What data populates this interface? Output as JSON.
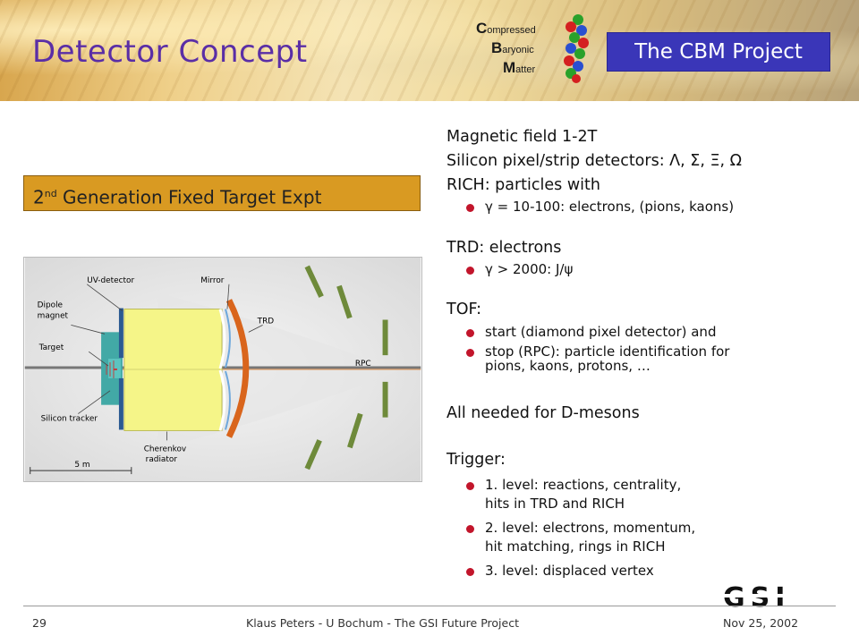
{
  "header": {
    "title": "Detector Concept",
    "cbm_logo": {
      "c_letter": "C",
      "c_rest": "ompressed",
      "b_letter": "B",
      "b_rest": "aryonic",
      "m_letter": "M",
      "m_rest": "atter"
    },
    "project_label": "The CBM Project"
  },
  "subtitle_box": {
    "prefix": "2",
    "sup": "nd",
    "rest": " Generation Fixed Target Expt"
  },
  "diagram": {
    "labels": {
      "uv_detector": "UV-detector",
      "mirror": "Mirror",
      "dipole_magnet_1": "Dipole",
      "dipole_magnet_2": "magnet",
      "target": "Target",
      "trd": "TRD",
      "rpc": "RPC",
      "silicon_tracker": "Silicon tracker",
      "cherenkov_1": "Cherenkov",
      "cherenkov_2": "radiator",
      "scale": "5 m"
    }
  },
  "content": {
    "magnetic_field": "Magnetic field 1-2T",
    "silicon": "Silicon pixel/strip detectors: Λ, Σ, Ξ, Ω",
    "rich": "RICH: particles with",
    "rich_bullet": "γ = 10-100: electrons, (pions, kaons)",
    "trd": "TRD: electrons",
    "trd_bullet": "γ > 2000:  J/ψ",
    "tof": "TOF:",
    "tof_bullet1": "start (diamond pixel detector) and",
    "tof_bullet2_line1": "stop (RPC): particle identification for",
    "tof_bullet2_line2": "pions, kaons, protons, …",
    "all_needed": "All needed for D-mesons",
    "trigger": "Trigger:",
    "trigger_b1_line1": "1. level: reactions, centrality,",
    "trigger_b1_line2": "hits in TRD and RICH",
    "trigger_b2_line1": "2. level: electrons,  momentum,",
    "trigger_b2_line2": "hit matching, rings in RICH",
    "trigger_b3": "3. level: displaced vertex"
  },
  "footer": {
    "page": "29",
    "center": "Klaus Peters - U Bochum - The GSI Future Project",
    "date": "Nov 25, 2002",
    "logo": "GSI"
  },
  "colors": {
    "title": "#5a2ea6",
    "project_box": "#3a36b8",
    "subtitle_box": "#d99a22",
    "bullet": "#c2152b"
  }
}
